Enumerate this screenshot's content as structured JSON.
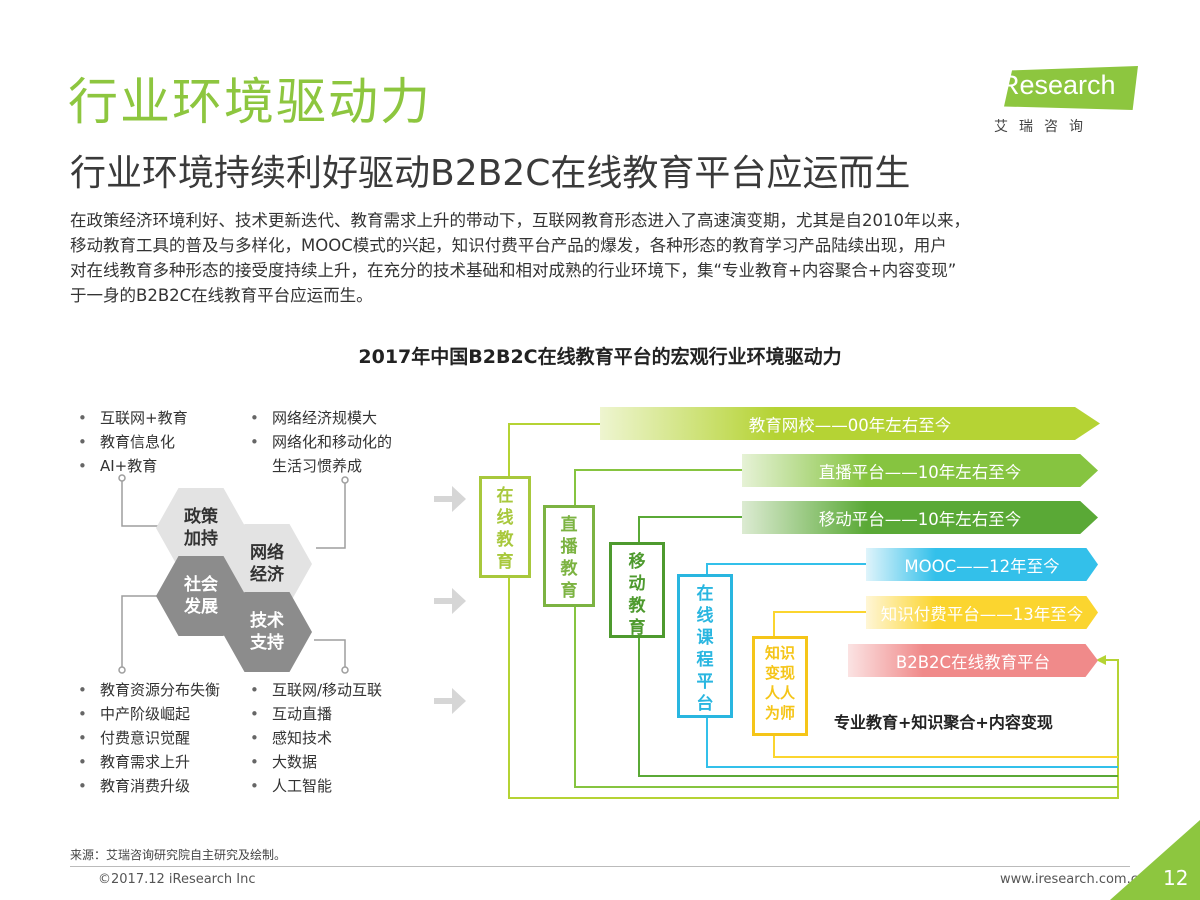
{
  "header": {
    "title": "行业环境驱动力",
    "subtitle": "行业环境持续利好驱动B2B2C在线教育平台应运而生"
  },
  "logo": {
    "brand": "iResearch",
    "chinese": "艾瑞咨询"
  },
  "paragraph": [
    "在政策经济环境利好、技术更新迭代、教育需求上升的带动下，互联网教育形态进入了高速演变期，尤其是自2010年以来，",
    "移动教育工具的普及与多样化，MOOC模式的兴起，知识付费平台产品的爆发，各种形态的教育学习产品陆续出现，用户",
    "对在线教育多种形态的接受度持续上升，在充分的技术基础和相对成熟的行业环境下，集“专业教育+内容聚合+内容变现”",
    "于一身的B2B2C在线教育平台应运而生。"
  ],
  "diagram": {
    "title": "2017年中国B2B2C在线教育平台的宏观行业环境驱动力",
    "top_left_list": [
      "互联网+教育",
      "教育信息化",
      "AI+教育"
    ],
    "top_right_list": [
      "网络经济规模大",
      "网络化和移动化的",
      "生活习惯养成"
    ],
    "bottom_left_list": [
      "教育资源分布失衡",
      "中产阶级崛起",
      "付费意识觉醒",
      "教育需求上升",
      "教育消费升级"
    ],
    "bottom_right_list": [
      "互联网/移动互联",
      "互动直播",
      "感知技术",
      "大数据",
      "人工智能"
    ],
    "hexagons": [
      {
        "label": [
          "政策",
          "加持"
        ]
      },
      {
        "label": [
          "网络",
          "经济"
        ]
      },
      {
        "label": [
          "社会",
          "发展"
        ]
      },
      {
        "label": [
          "技术",
          "支持"
        ]
      }
    ],
    "stage_boxes": [
      {
        "chars": [
          "在",
          "线",
          "教",
          "育"
        ],
        "color": "#a8c83c"
      },
      {
        "chars": [
          "直",
          "播",
          "教",
          "育"
        ],
        "color": "#7cb342"
      },
      {
        "chars": [
          "移",
          "动",
          "教",
          "育"
        ],
        "color": "#4e9a2e"
      },
      {
        "chars": [
          "在",
          "线",
          "课",
          "程",
          "平",
          "台"
        ],
        "color": "#29b6e0"
      },
      {
        "chars": [
          "知",
          "识",
          "变",
          "现",
          "人",
          "人",
          "为",
          "师"
        ],
        "color": "#f5c518"
      }
    ],
    "timeline_bars": [
      {
        "label": "教育网校——00年左右至今",
        "color": "#b5d334"
      },
      {
        "label": "直播平台——10年左右至今",
        "color": "#86c440"
      },
      {
        "label": "移动平台——10年左右至今",
        "color": "#5aa936"
      },
      {
        "label": "MOOC——12年至今",
        "color": "#33c0ea"
      },
      {
        "label": "知识付费平台——13年至今",
        "color": "#fbd52f"
      },
      {
        "label": "B2B2C在线教育平台",
        "color": "#f08a8a"
      }
    ],
    "slogan": "专业教育+知识聚合+内容变现"
  },
  "footer": {
    "source": "来源：艾瑞咨询研究院自主研究及绘制。",
    "copyright": "©2017.12 iResearch Inc",
    "website": "www.iresearch.com.cn",
    "page": "12"
  },
  "colors": {
    "accent": "#8dc63f",
    "connector_gray": "#9e9e9e"
  }
}
